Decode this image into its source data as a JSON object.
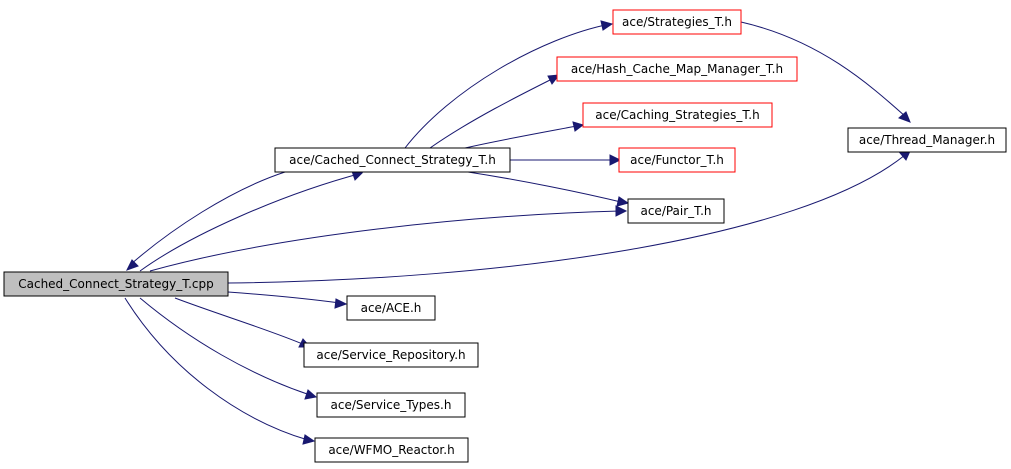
{
  "colors": {
    "edge": "#191970",
    "root_fill": "#bfbfbf",
    "node_fill": "#ffffff",
    "border_default": "#000000",
    "border_truncated": "#ff0000"
  },
  "nodes": {
    "root": "Cached_Connect_Strategy_T.cpp",
    "cached_connect_h": "ace/Cached_Connect_Strategy_T.h",
    "strategies": "ace/Strategies_T.h",
    "hash_cache": "ace/Hash_Cache_Map_Manager_T.h",
    "caching": "ace/Caching_Strategies_T.h",
    "functor": "ace/Functor_T.h",
    "pair": "ace/Pair_T.h",
    "thread_manager": "ace/Thread_Manager.h",
    "ace": "ace/ACE.h",
    "service_repository": "ace/Service_Repository.h",
    "service_types": "ace/Service_Types.h",
    "wfmo_reactor": "ace/WFMO_Reactor.h"
  }
}
